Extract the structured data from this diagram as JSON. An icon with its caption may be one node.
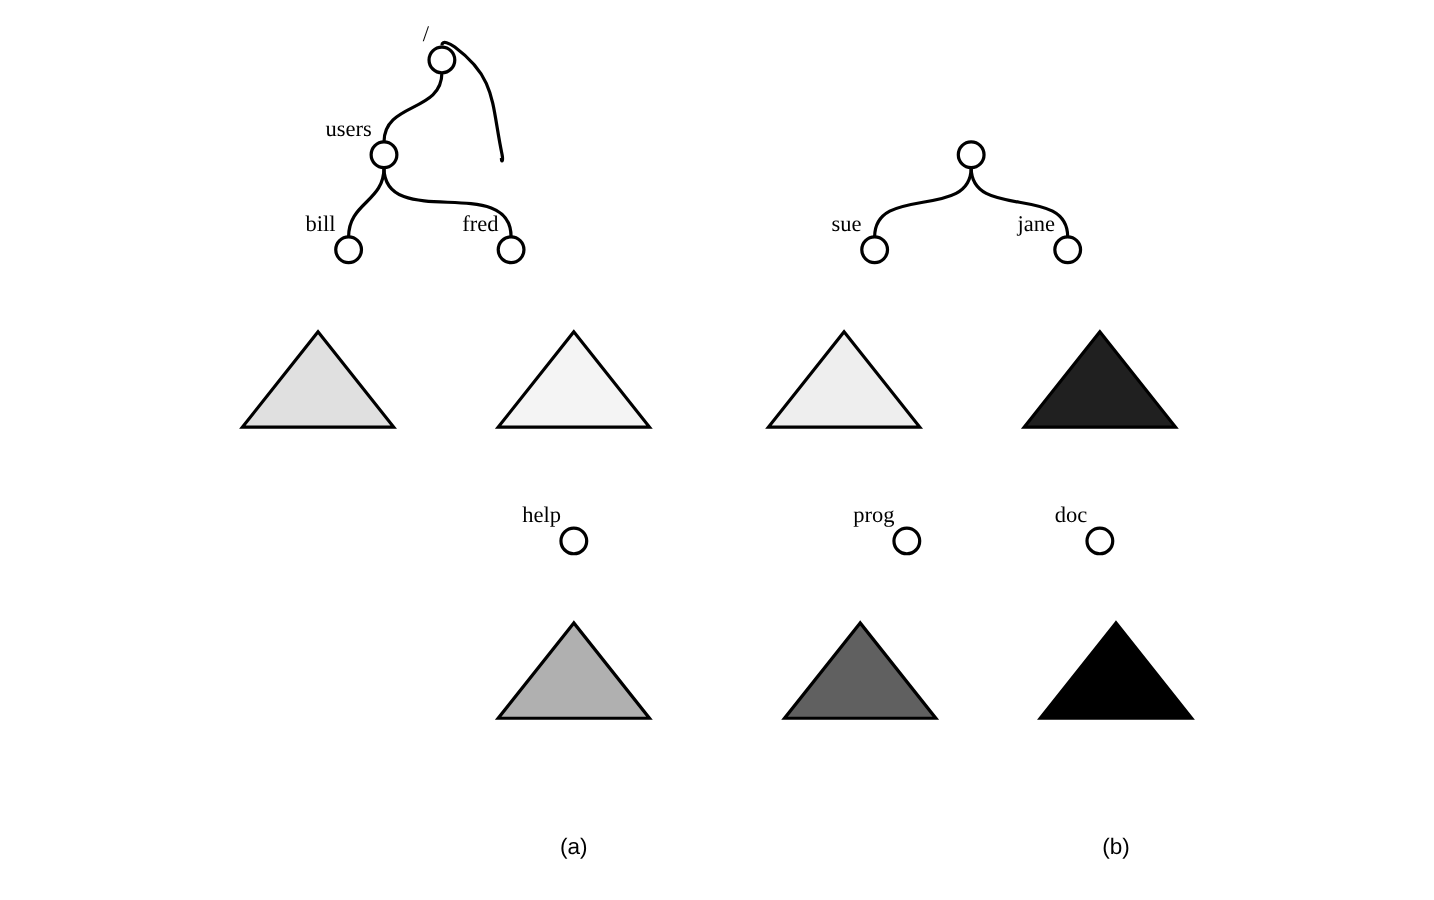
{
  "diagram": {
    "nodes": [
      {
        "text": [],
        "shape": "circle",
        "beside": [
          "/"
        ]
      },
      {
        "text": [],
        "shape": "circle",
        "beside": [
          "users"
        ]
      },
      {
        "text": [],
        "shape": "circle",
        "beside": [
          "bill"
        ]
      },
      {
        "text": [],
        "shape": "circle",
        "beside": [
          "fred"
        ]
      },
      {
        "text": [],
        "shape": "triangle"
      },
      {
        "text": [],
        "shape": "triangle"
      },
      {
        "text": [],
        "shape": "circle",
        "beside": [
          "help"
        ]
      },
      {
        "text": [],
        "shape": "triangle"
      },
      {
        "text": [],
        "shape": "circle"
      },
      {
        "text": [],
        "shape": "circle",
        "beside": [
          "sue"
        ]
      },
      {
        "text": [],
        "shape": "circle",
        "beside": [
          "jane"
        ]
      },
      {
        "text": [],
        "shape": "triangle"
      },
      {
        "text": [],
        "shape": "triangle"
      },
      {
        "text": [],
        "shape": "circle",
        "beside": [
          "prog"
        ]
      },
      {
        "text": [],
        "shape": "circle",
        "beside": [
          "doc"
        ]
      },
      {
        "text": [],
        "shape": "triangle"
      },
      {
        "text": [],
        "shape": "triangle"
      }
    ],
    "edges": [
      {
        "from": 0,
        "to": 1,
        "arrow": "none"
      },
      {
        "from": 0,
        "to": null,
        "arrow": "none"
      },
      {
        "from": 1,
        "to": 2,
        "arrow": "none"
      },
      {
        "from": 1,
        "to": 3,
        "arrow": "none"
      },
      {
        "from": 8,
        "to": 9,
        "arrow": "none"
      },
      {
        "from": 8,
        "to": 10,
        "arrow": "none"
      }
    ],
    "labels": [
      "(a)",
      "(b)"
    ]
  }
}
